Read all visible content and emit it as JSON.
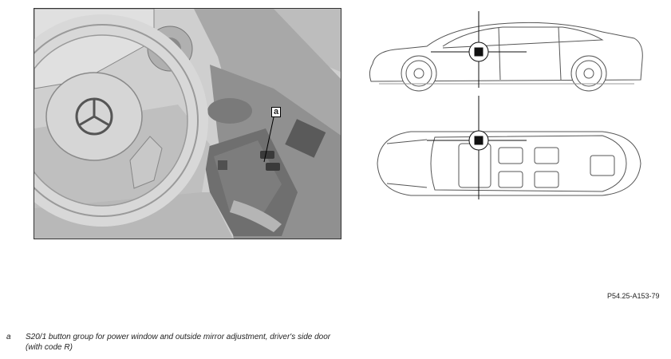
{
  "figure_code": "P54.25-A153-79",
  "callout": {
    "key": "a"
  },
  "legend": [
    {
      "key": "a",
      "text": "S20/1 button group for power window and outside mirror adjustment, driver's side door (with code R)"
    }
  ]
}
